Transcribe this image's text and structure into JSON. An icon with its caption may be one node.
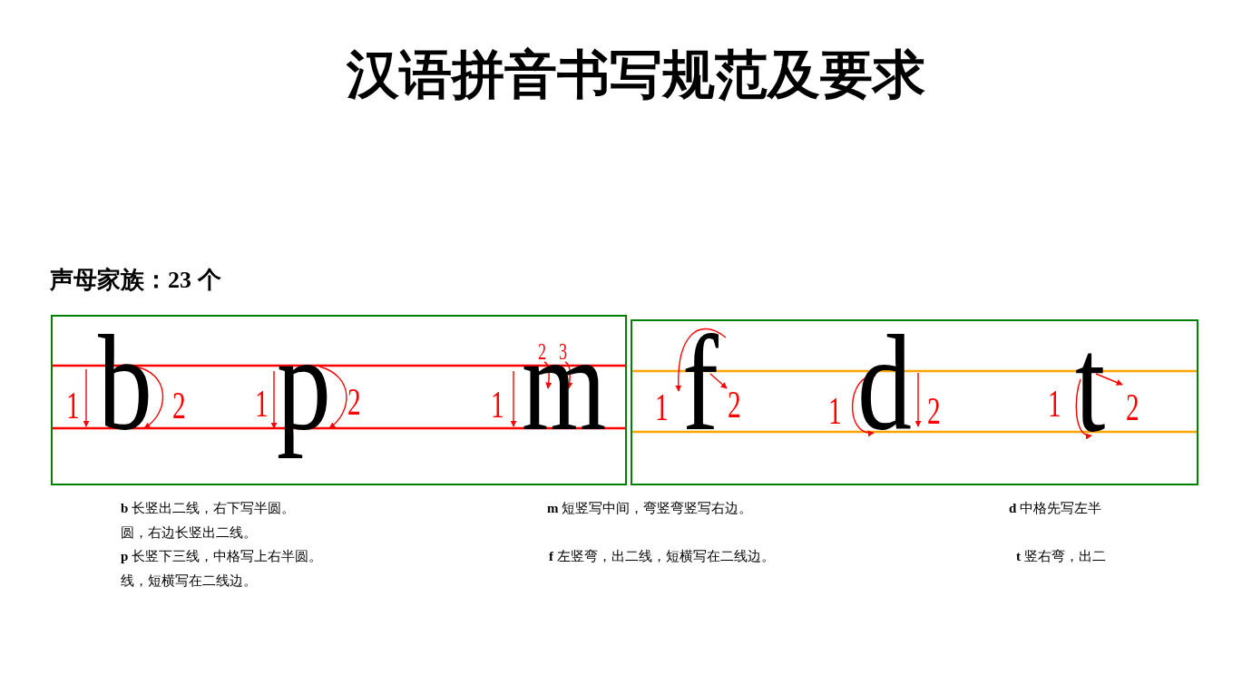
{
  "diagram": {
    "title": "汉语拼音书写规范及要求",
    "nodes": [
      {
        "text": [
          "1",
          "b",
          "2",
          "1",
          "p",
          "2",
          "1",
          "m",
          "2",
          "3"
        ]
      },
      {
        "text": [
          "1",
          "f",
          "2",
          "1",
          "d",
          "2",
          "1",
          "t",
          "2"
        ]
      }
    ],
    "labels": [
      "声母家族：23 个",
      "**b** 长竖出二线，右下写半圆。",
      "**m** 短竖写中间，弯竖弯竖写右边。",
      "**d** 中格先写左半圆，右边长竖出二线。",
      "**p** 长竖下三线，中格写上右半圆。",
      "**f** 左竖弯，出二线，短横写在二线边。",
      "**t** 竖右弯，出二线，短横写在二线边。"
    ]
  }
}
